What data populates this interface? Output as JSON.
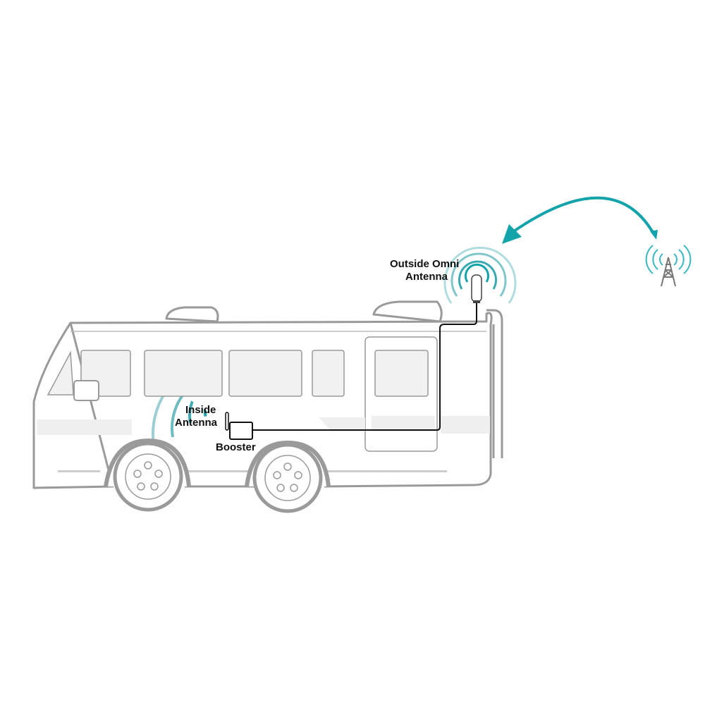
{
  "labels": {
    "outside_line1": "Outside Omni",
    "outside_line2": "Antenna",
    "inside_line1": "Inside",
    "inside_line2": "Antenna",
    "booster": "Booster"
  },
  "colors": {
    "signal": "#13a3ab",
    "vehicle_outline": "#9a9a9a",
    "window_fill": "#f1f1f1",
    "cable": "#111111"
  },
  "icons": [
    "cell-tower-icon",
    "bidirectional-arrow",
    "signal-waves",
    "omni-antenna",
    "booster-box",
    "rv-vehicle"
  ]
}
